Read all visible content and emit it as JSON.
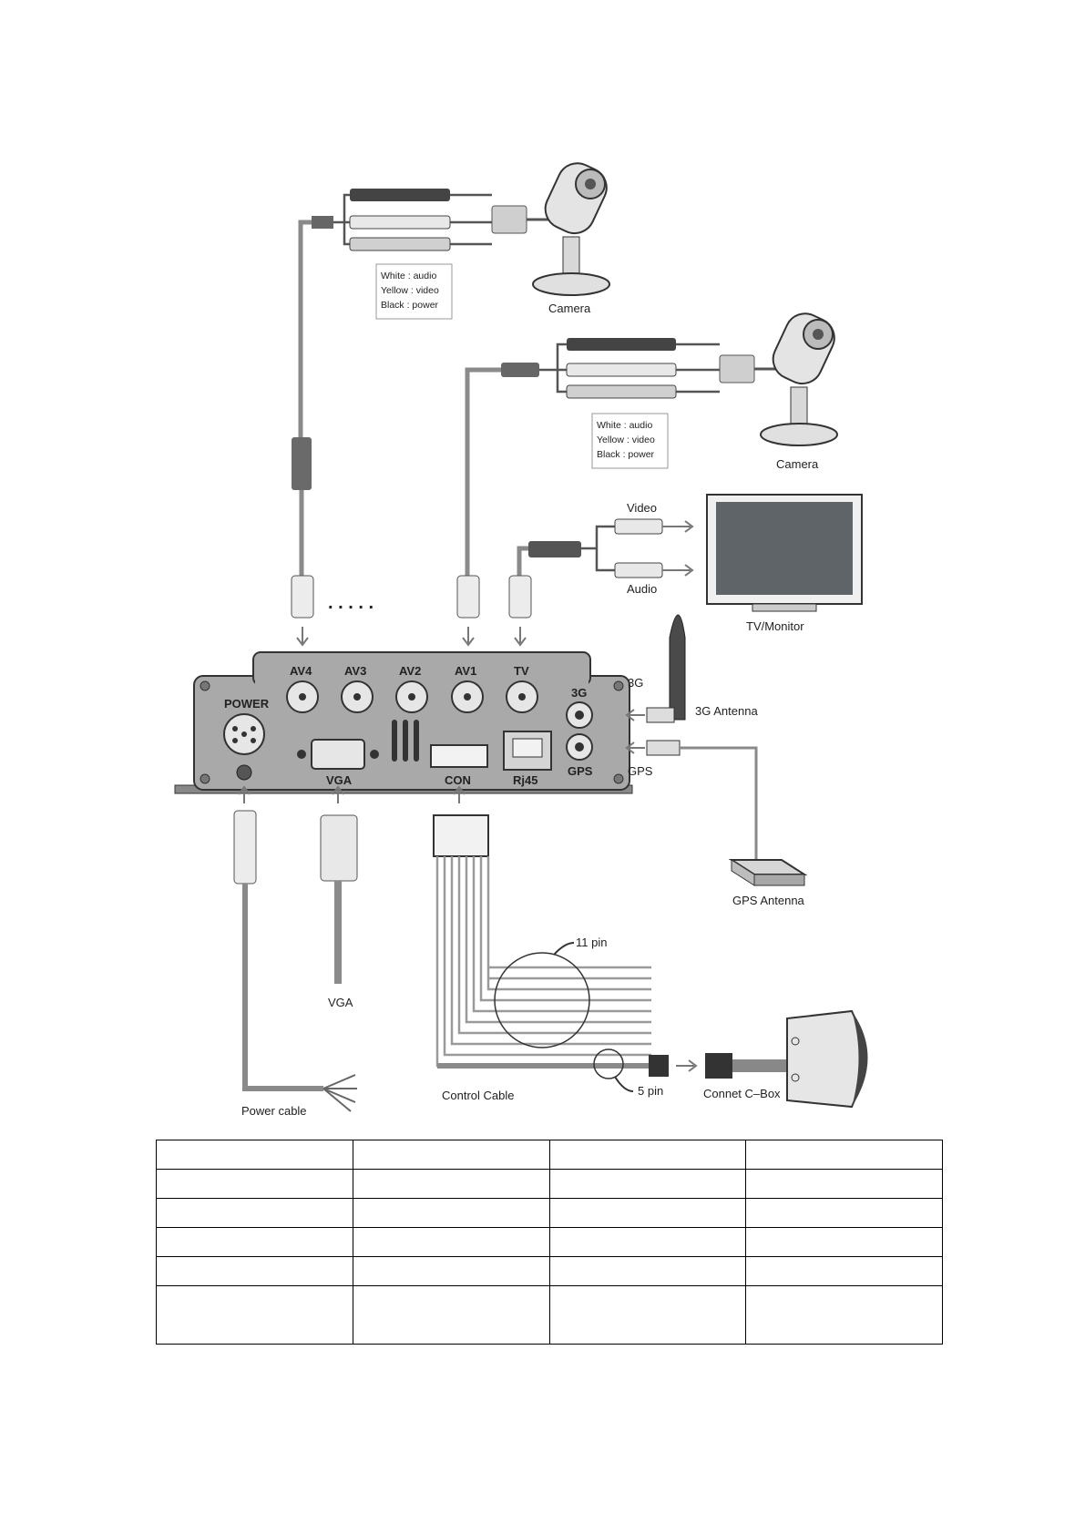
{
  "diagram": {
    "labels": {
      "camera_1": "Camera",
      "camera_2": "Camera",
      "tv_monitor": "TV/Monitor",
      "video": "Video",
      "audio": "Audio",
      "antenna_3g": "3G Antenna",
      "port_3g_side": "3G",
      "port_gps_side": "GPS",
      "gps_antenna": "GPS Antenna",
      "power_cable": "Power cable",
      "vga_cable": "VGA",
      "control_cable": "Control Cable",
      "connet_cbox": "Connet C–Box",
      "pin_11": "11 pin",
      "pin_5": "5 pin",
      "ellipsis": ". . . . ."
    },
    "notes": [
      {
        "lines": [
          "White : audio",
          "Yellow : video",
          "Black : power"
        ]
      },
      {
        "lines": [
          "White : audio",
          "Yellow : video",
          "Black : power"
        ]
      }
    ],
    "ports": {
      "av4": "AV4",
      "av3": "AV3",
      "av2": "AV2",
      "av1": "AV1",
      "tv": "TV",
      "g3": "3G",
      "gps": "GPS",
      "power": "POWER",
      "vga": "VGA",
      "con": "CON",
      "rj45": "Rj45"
    }
  },
  "table": {
    "rows": [
      [
        "",
        "",
        "",
        ""
      ],
      [
        "",
        "",
        "",
        ""
      ],
      [
        "",
        "",
        "",
        ""
      ],
      [
        "",
        "",
        "",
        ""
      ],
      [
        "",
        "",
        "",
        ""
      ],
      [
        "",
        "",
        "",
        ""
      ]
    ]
  },
  "colors": {
    "cable": "#8a8a8a",
    "device_body": "#a9a9a9",
    "screen": "#5e6468"
  }
}
